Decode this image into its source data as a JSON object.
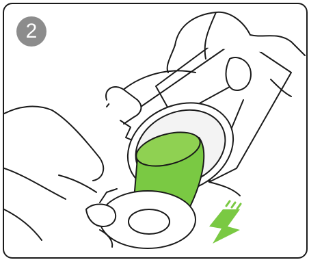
{
  "step": {
    "number": "2"
  },
  "colors": {
    "frame": "#1a1a1a",
    "badge": "#8c8c8c",
    "filter": "#7ac943",
    "arrow": "#7ac943",
    "line": "#1a1a1a",
    "background": "#ffffff"
  },
  "icons": [
    "step-number-badge",
    "down-arrow-icon",
    "left-hand",
    "right-hand",
    "filter-cylinder",
    "end-cap-disc",
    "green-filter"
  ]
}
